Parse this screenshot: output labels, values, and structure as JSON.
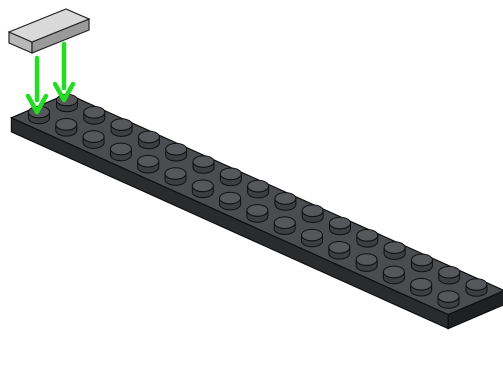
{
  "diagram": {
    "plate": {
      "rows": 2,
      "columns": 16,
      "color": "#3a3b3d",
      "top_color": "#4a4c4f",
      "side_color": "#2a2b2d",
      "stud_color": "#3c3e41",
      "stud_top_color": "#55575b",
      "edge_color": "#101010"
    },
    "tile": {
      "top_color": "#d9d9d9",
      "front_color": "#9a9a9a",
      "side_color": "#b8b8b8",
      "edge_color": "#222222"
    },
    "arrows": {
      "count": 2,
      "color": "#22dd22"
    }
  }
}
